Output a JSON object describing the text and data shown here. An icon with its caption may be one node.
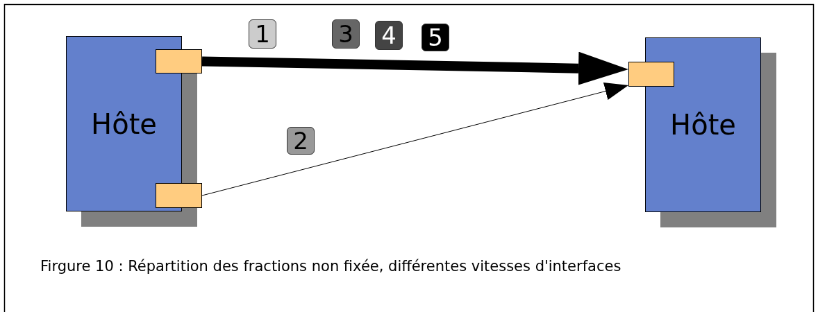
{
  "diagram": {
    "caption": "Firgure 10 : Répartition des fractions non fixée, différentes vitesses d'interfaces",
    "nodes": [
      {
        "text": [
          "Hôte"
        ]
      },
      {
        "text": [],
        "shape": "box"
      },
      {
        "text": [],
        "shape": "box"
      },
      {
        "text": [
          "Hôte"
        ]
      },
      {
        "text": [],
        "shape": "box"
      },
      {
        "text": [
          "1"
        ]
      },
      {
        "text": [
          "3"
        ]
      },
      {
        "text": [
          "4"
        ]
      },
      {
        "text": [
          "5"
        ]
      },
      {
        "text": [
          "2"
        ]
      }
    ],
    "edges": [
      {
        "from": 1,
        "to": 4,
        "arrow": "to",
        "style": "thick"
      },
      {
        "from": 2,
        "to": 4,
        "arrow": "to"
      }
    ]
  }
}
